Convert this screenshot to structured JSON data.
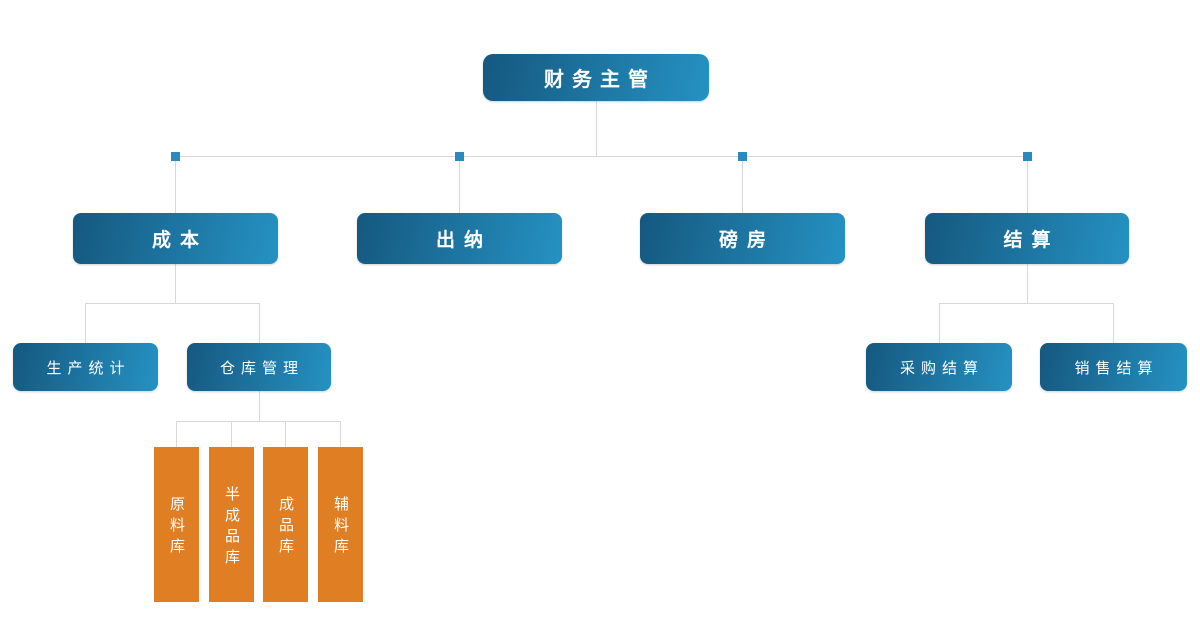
{
  "palette": {
    "node_blue_dark": "#15587f",
    "node_blue_light": "#2592c3",
    "warehouse_orange": "#e07e23",
    "connector_gray": "#d7d7d7",
    "marker_blue": "#2c89bd",
    "text_white": "#ffffff",
    "background": "#ffffff"
  },
  "org_chart": {
    "root": {
      "label": "财务主管",
      "children": [
        {
          "label": "成本",
          "children": [
            {
              "label": "生产统计",
              "children": []
            },
            {
              "label": "仓库管理",
              "children": [
                {
                  "label": "原料库"
                },
                {
                  "label": "半成品库"
                },
                {
                  "label": "成品库"
                },
                {
                  "label": "辅料库"
                }
              ]
            }
          ]
        },
        {
          "label": "出纳",
          "children": []
        },
        {
          "label": "磅房",
          "children": []
        },
        {
          "label": "结算",
          "children": [
            {
              "label": "采购结算"
            },
            {
              "label": "销售结算"
            }
          ]
        }
      ]
    }
  }
}
